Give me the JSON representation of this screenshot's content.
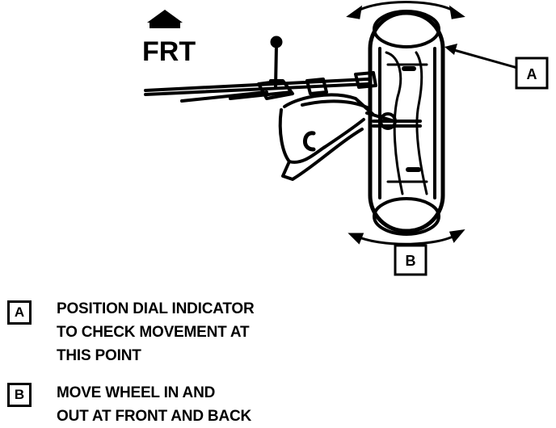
{
  "diagram": {
    "direction_label": "FRT",
    "callout_a": "A",
    "callout_b": "B"
  },
  "legend": {
    "items": [
      {
        "key": "A",
        "lines": [
          "POSITION DIAL INDICATOR",
          "TO CHECK MOVEMENT AT",
          "THIS POINT"
        ]
      },
      {
        "key": "B",
        "lines": [
          "MOVE WHEEL IN AND",
          "OUT AT FRONT AND BACK"
        ]
      }
    ]
  }
}
